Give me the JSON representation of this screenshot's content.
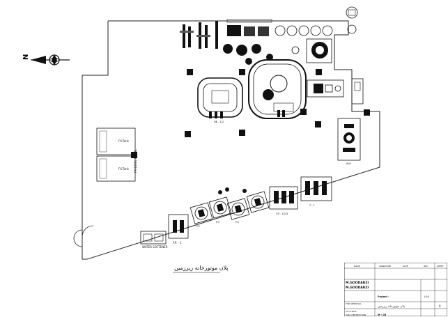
{
  "drawing": {
    "caption": "پلان موتورخانه زیرزمین",
    "north_label": "N"
  },
  "labels": {
    "water_softener": "WATER SOFTENER",
    "f_pump": "F.P. - 1",
    "p2": "P.2",
    "p3": "P.3",
    "p4": "P.4",
    "cp": "CP - 1/2/3",
    "hb": "HB - 1/2",
    "wh": "W.H",
    "t1": "T - 1",
    "tank_upper": "FX-Tank",
    "tank_lower": "FX-Tank",
    "expansion_note": "FX-1000L MODEL"
  },
  "title_block": {
    "header_cells": [
      "NAME",
      "SIGNATURE",
      "DATE",
      "REV",
      "SHEET"
    ],
    "drawn_by": "M.GOODARZI",
    "checked_by": "M.GOODARZI",
    "for_approval": "FOR APPROVAL",
    "for_construction": "FOR CONSTRUCTION",
    "ch_check": "CH CHECK",
    "project_label": "Project :",
    "title_text": "پلان موتورخانه زیرزمین",
    "scale": "1:50",
    "sheet_no": "M - 03",
    "rev": "0"
  },
  "colors": {
    "line": "#111111",
    "fill_dark": "#111111",
    "fill_light": "#dddddd"
  }
}
